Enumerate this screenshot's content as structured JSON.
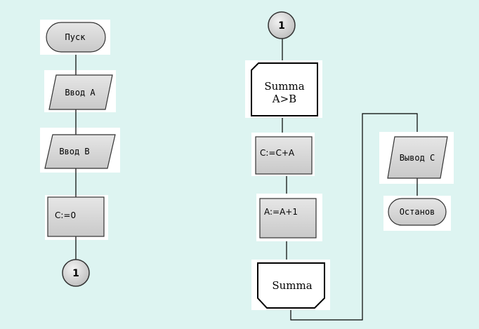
{
  "left_column": {
    "start": "Пуск",
    "input_a": "Ввод А",
    "input_b": "Ввод В",
    "init_c": "C:=0",
    "connector_out": "1"
  },
  "middle_column": {
    "connector_in": "1",
    "loop_start_line1": "Summa",
    "loop_start_line2": "A>B",
    "process_c": "C:=C+A",
    "process_a": "A:=A+1",
    "loop_end": "Summa"
  },
  "right_column": {
    "output_c": "Вывод С",
    "stop": "Останов"
  }
}
